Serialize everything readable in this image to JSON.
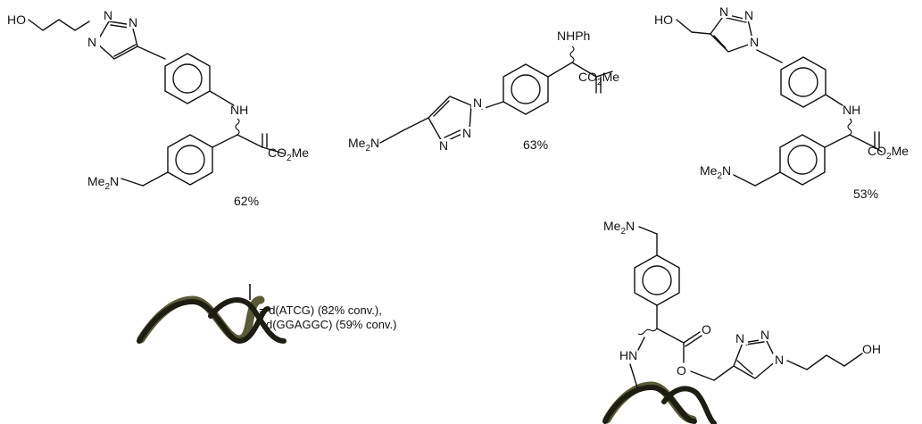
{
  "compounds": [
    {
      "labels": {
        "ho": "HO",
        "nh": "NH",
        "co2me": "CO",
        "co2me_sub": "2",
        "co2me_tail": "Me",
        "me2n": "Me",
        "me2n_sub": "2",
        "me2n_tail": "N",
        "n1": "N",
        "n2": "N",
        "n3": "N"
      },
      "yield": "62%"
    },
    {
      "labels": {
        "nhph": "NHPh",
        "co2me": "CO",
        "co2me_sub": "2",
        "co2me_tail": "Me",
        "me2n": "Me",
        "me2n_sub": "2",
        "me2n_tail": "N",
        "n1": "N",
        "n2": "N",
        "n3": "N"
      },
      "yield": "63%"
    },
    {
      "labels": {
        "ho": "HO",
        "nh": "NH",
        "co2me": "CO",
        "co2me_sub": "2",
        "co2me_tail": "Me",
        "me2n": "Me",
        "me2n_sub": "2",
        "me2n_tail": "N",
        "n1": "N",
        "n2": "N",
        "n3": "N"
      },
      "yield": "53%"
    },
    {
      "labels": {
        "me2n": "Me",
        "me2n_sub": "2",
        "me2n_tail": "N",
        "hn": "HN",
        "o_carbonyl": "O",
        "o_ester": "O",
        "oh": "OH",
        "n1": "N",
        "n2": "N",
        "n3": "N"
      }
    }
  ],
  "legend": {
    "line1": "= d(ATCG) (82% conv.),",
    "line2": "d(GGAGGC) (59% conv.)"
  }
}
